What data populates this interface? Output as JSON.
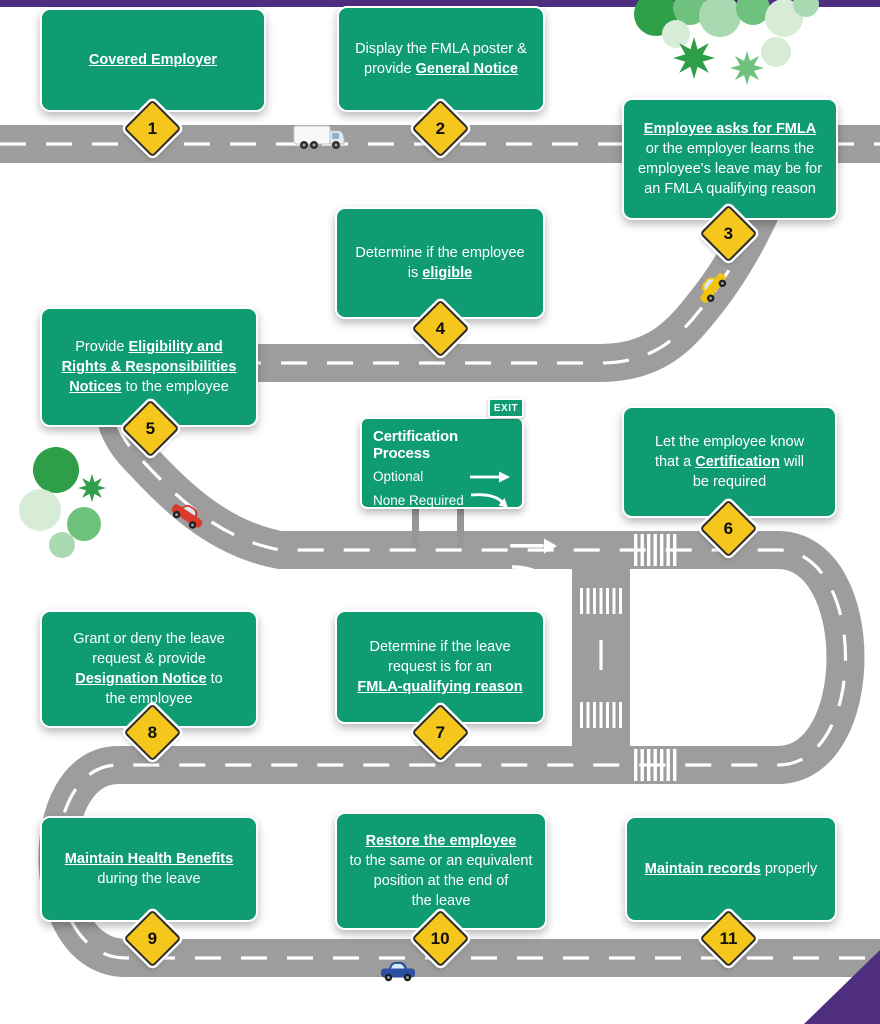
{
  "colors": {
    "purple": "#4f2d7f",
    "sign_green": "#109c73",
    "road_gray": "#9d9d9d",
    "marker_yellow": "#f5c71d",
    "marker_border": "#2a2a2a",
    "tree_dark": "#2f9e48",
    "tree_mid": "#6fc17e",
    "tree_light": "#a9d9b1",
    "tree_pale": "#d7ecd6",
    "car_red": "#d93a2b",
    "car_yellow": "#f1c40f",
    "car_blue": "#2d4fa1",
    "truck_white": "#f8f8f8"
  },
  "signs": {
    "s1": {
      "segments": [
        {
          "t": "Covered Employer",
          "link": true
        }
      ]
    },
    "s2": {
      "segments": [
        {
          "t": "Display the FMLA poster &"
        },
        {
          "br": true
        },
        {
          "t": "provide "
        },
        {
          "t": "General Notice",
          "link": true
        }
      ]
    },
    "s3": {
      "segments": [
        {
          "t": "Employee asks for FMLA",
          "link": true
        },
        {
          "br": true
        },
        {
          "t": "or the employer learns the"
        },
        {
          "br": true
        },
        {
          "t": "employee's leave may be for"
        },
        {
          "br": true
        },
        {
          "t": "an FMLA qualifying reason"
        }
      ]
    },
    "s4": {
      "segments": [
        {
          "t": "Determine if the employee"
        },
        {
          "br": true
        },
        {
          "t": "is "
        },
        {
          "t": "eligible",
          "link": true
        }
      ]
    },
    "s5": {
      "segments": [
        {
          "t": "Provide "
        },
        {
          "t": "Eligibility and",
          "link": true
        },
        {
          "br": true
        },
        {
          "t": "Rights & Responsibilities",
          "link": true
        },
        {
          "br": true
        },
        {
          "t": "Notices",
          "link": true
        },
        {
          "t": " to the employee"
        }
      ]
    },
    "s6": {
      "segments": [
        {
          "t": "Let the employee know"
        },
        {
          "br": true
        },
        {
          "t": "that a "
        },
        {
          "t": "Certification",
          "link": true
        },
        {
          "t": " will"
        },
        {
          "br": true
        },
        {
          "t": "be required"
        }
      ]
    },
    "s7": {
      "segments": [
        {
          "t": "Determine if the leave"
        },
        {
          "br": true
        },
        {
          "t": "request is for an"
        },
        {
          "br": true
        },
        {
          "t": "FMLA-qualifying reason",
          "link": true
        }
      ]
    },
    "s8": {
      "segments": [
        {
          "t": "Grant or deny the leave"
        },
        {
          "br": true
        },
        {
          "t": "request & provide"
        },
        {
          "br": true
        },
        {
          "t": "Designation Notice",
          "link": true
        },
        {
          "t": " to"
        },
        {
          "br": true
        },
        {
          "t": "the employee"
        }
      ]
    },
    "s9": {
      "segments": [
        {
          "t": "Maintain Health Benefits",
          "link": true
        },
        {
          "br": true
        },
        {
          "t": "during the leave"
        }
      ]
    },
    "s10": {
      "segments": [
        {
          "t": "Restore the employee",
          "link": true
        },
        {
          "br": true
        },
        {
          "t": "to the same or an equivalent"
        },
        {
          "br": true
        },
        {
          "t": "position at the end of"
        },
        {
          "br": true
        },
        {
          "t": "the leave"
        }
      ]
    },
    "s11": {
      "segments": [
        {
          "t": "Maintain records",
          "link": true
        },
        {
          "t": " properly"
        }
      ]
    }
  },
  "cert_sign": {
    "title": "Certification Process",
    "option1": "Optional",
    "option2": "None Required",
    "exit_label": "EXIT"
  },
  "markers": [
    "1",
    "2",
    "3",
    "4",
    "5",
    "6",
    "7",
    "8",
    "9",
    "10",
    "11"
  ]
}
